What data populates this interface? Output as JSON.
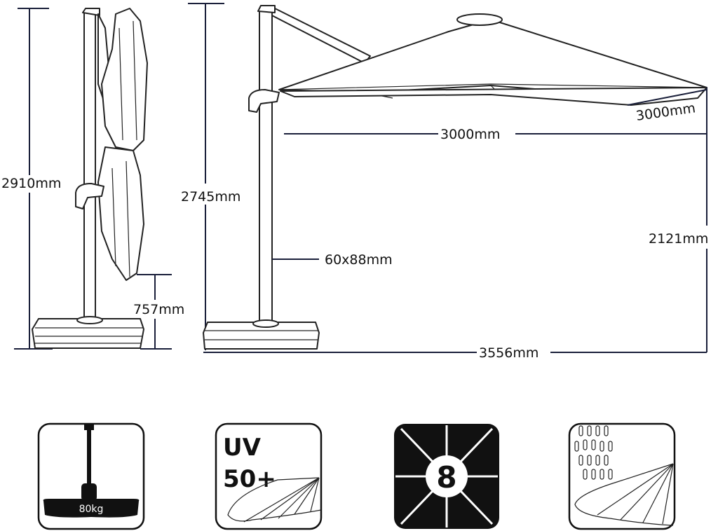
{
  "dimensions": {
    "folded_height": "2910mm",
    "base_height": "757mm",
    "pole_height": "2745mm",
    "canopy_width": "3000mm",
    "canopy_depth": "3000mm",
    "clearance_height": "2121mm",
    "pole_section": "60x88mm",
    "total_span": "3556mm"
  },
  "features": [
    {
      "name": "base-weight",
      "label": "80kg"
    },
    {
      "name": "uv-protection",
      "label_line1": "UV",
      "label_line2": "50+"
    },
    {
      "name": "ribs",
      "label": "8"
    },
    {
      "name": "water-resistant"
    }
  ],
  "colors": {
    "line": "#222222",
    "dimension": "#1a1f3a",
    "icon_fill": "#111111"
  }
}
